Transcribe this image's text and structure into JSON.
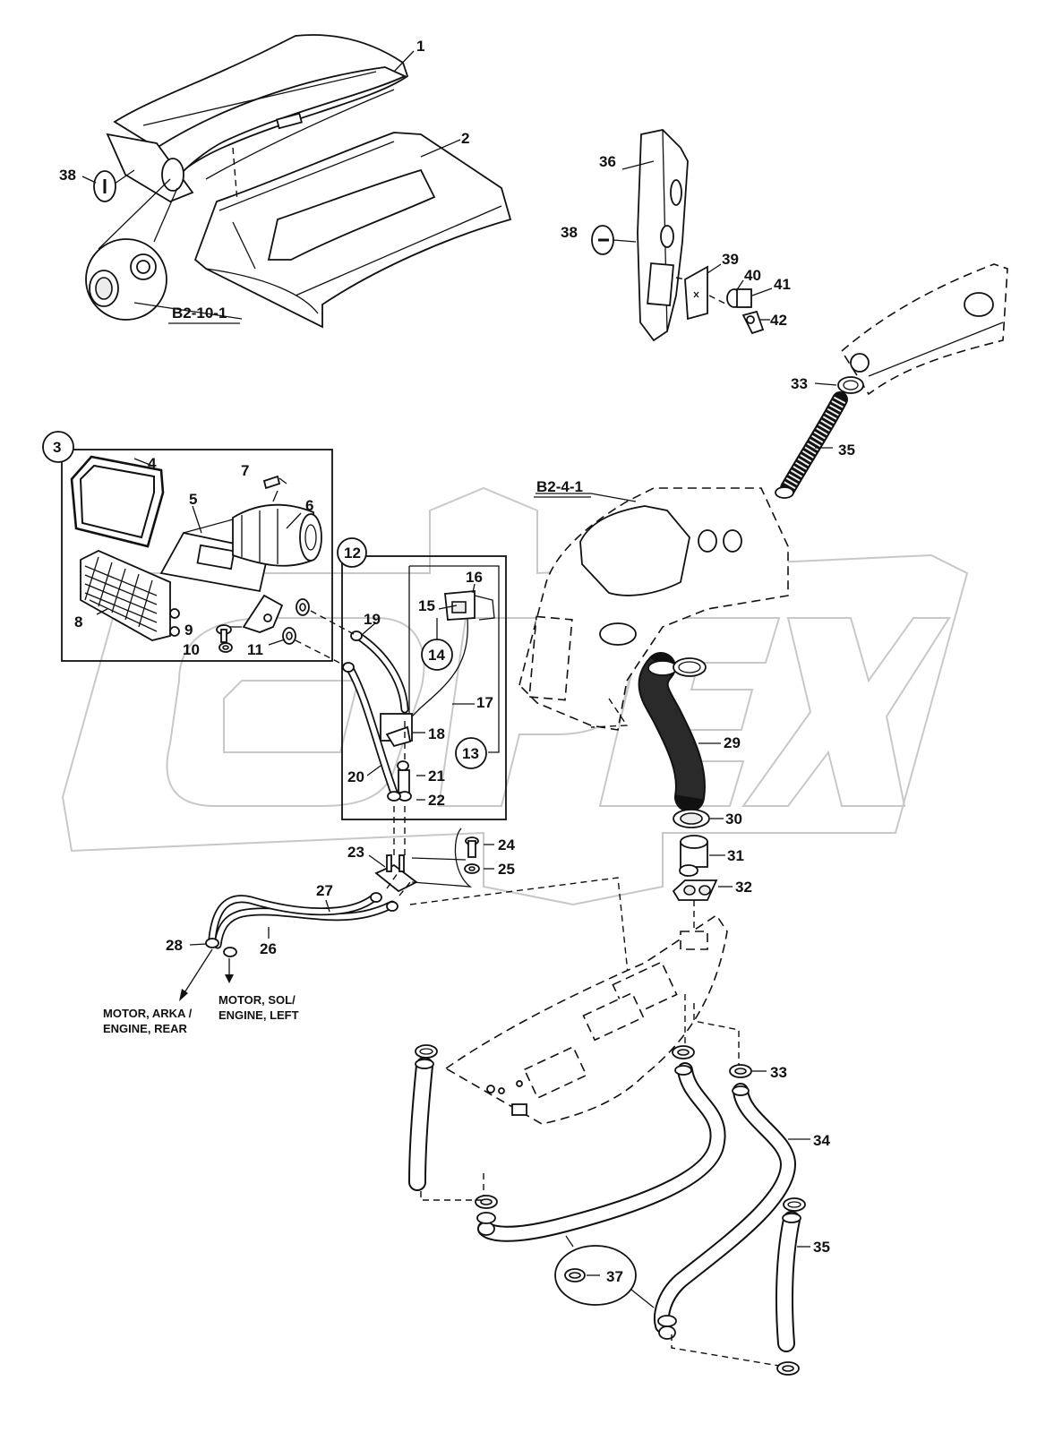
{
  "callouts": [
    {
      "id": "c1",
      "text": "1"
    },
    {
      "id": "c2",
      "text": "2"
    },
    {
      "id": "c3",
      "text": "3"
    },
    {
      "id": "c4",
      "text": "4"
    },
    {
      "id": "c5",
      "text": "5"
    },
    {
      "id": "c6",
      "text": "6"
    },
    {
      "id": "c7",
      "text": "7"
    },
    {
      "id": "c8",
      "text": "8"
    },
    {
      "id": "c9",
      "text": "9"
    },
    {
      "id": "c10",
      "text": "10"
    },
    {
      "id": "c11",
      "text": "11"
    },
    {
      "id": "c12",
      "text": "12"
    },
    {
      "id": "c13",
      "text": "13"
    },
    {
      "id": "c14",
      "text": "14"
    },
    {
      "id": "c15",
      "text": "15"
    },
    {
      "id": "c16",
      "text": "16"
    },
    {
      "id": "c17",
      "text": "17"
    },
    {
      "id": "c18",
      "text": "18"
    },
    {
      "id": "c19",
      "text": "19"
    },
    {
      "id": "c20",
      "text": "20"
    },
    {
      "id": "c21",
      "text": "21"
    },
    {
      "id": "c22",
      "text": "22"
    },
    {
      "id": "c23",
      "text": "23"
    },
    {
      "id": "c24",
      "text": "24"
    },
    {
      "id": "c25",
      "text": "25"
    },
    {
      "id": "c26",
      "text": "26"
    },
    {
      "id": "c27",
      "text": "27"
    },
    {
      "id": "c28",
      "text": "28"
    },
    {
      "id": "c29",
      "text": "29"
    },
    {
      "id": "c30",
      "text": "30"
    },
    {
      "id": "c31",
      "text": "31"
    },
    {
      "id": "c32",
      "text": "32"
    },
    {
      "id": "c33a",
      "text": "33"
    },
    {
      "id": "c33b",
      "text": "33"
    },
    {
      "id": "c34",
      "text": "34"
    },
    {
      "id": "c35a",
      "text": "35"
    },
    {
      "id": "c35b",
      "text": "35"
    },
    {
      "id": "c36",
      "text": "36"
    },
    {
      "id": "c37",
      "text": "37"
    },
    {
      "id": "c38a",
      "text": "38"
    },
    {
      "id": "c38b",
      "text": "38"
    },
    {
      "id": "c39",
      "text": "39"
    },
    {
      "id": "c40",
      "text": "40"
    },
    {
      "id": "c41",
      "text": "41"
    },
    {
      "id": "c42",
      "text": "42"
    }
  ],
  "references": {
    "ref_b2_10_1": "B2-10-1",
    "ref_b2_4_1": "B2-4-1"
  },
  "notes": {
    "motor_rear_line1": "MOTOR, ARKA /",
    "motor_rear_line2": "ENGINE, REAR",
    "motor_left_line1": "MOTOR, SOL/",
    "motor_left_line2": "ENGINE, LEFT"
  },
  "watermark": {
    "text": "OPEX",
    "color": "#c8c8c8"
  },
  "colors": {
    "line": "#111111",
    "background": "#ffffff"
  }
}
